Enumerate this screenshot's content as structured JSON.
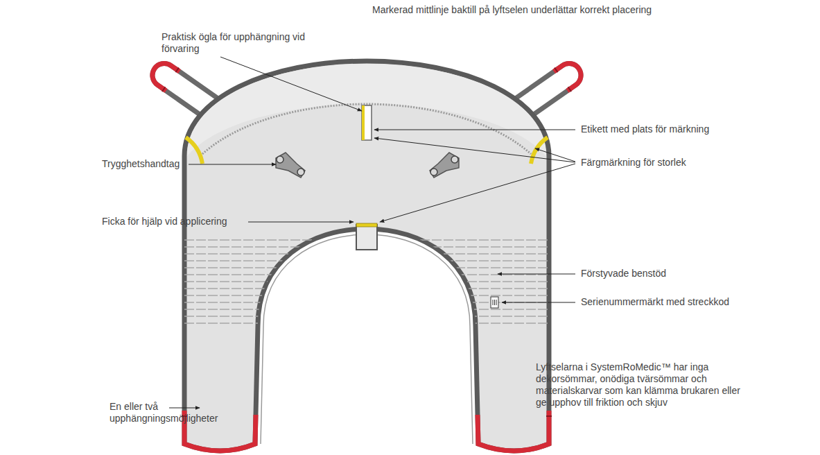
{
  "diagram": {
    "labels": [
      "Markerad mittlinje baktill på lyftselen underlättar korrekt placering",
      "Praktisk ögla för upphängning vid förvaring",
      "Etikett med plats för märkning",
      "Färgmärkning för storlek",
      "Trygghetshandtag",
      "Ficka för hjälp vid applicering",
      "Förstyvade benstöd",
      "Serienummermärkt med streckkod",
      "Lyftselarna i SystemRoMedic™ har inga dekorsömmar, onödiga tvärsömmar och materialskarvar som kan klämma brukaren eller ge upphov till friktion och skjuv",
      "En eller två upphängningsmöjligheter"
    ]
  }
}
